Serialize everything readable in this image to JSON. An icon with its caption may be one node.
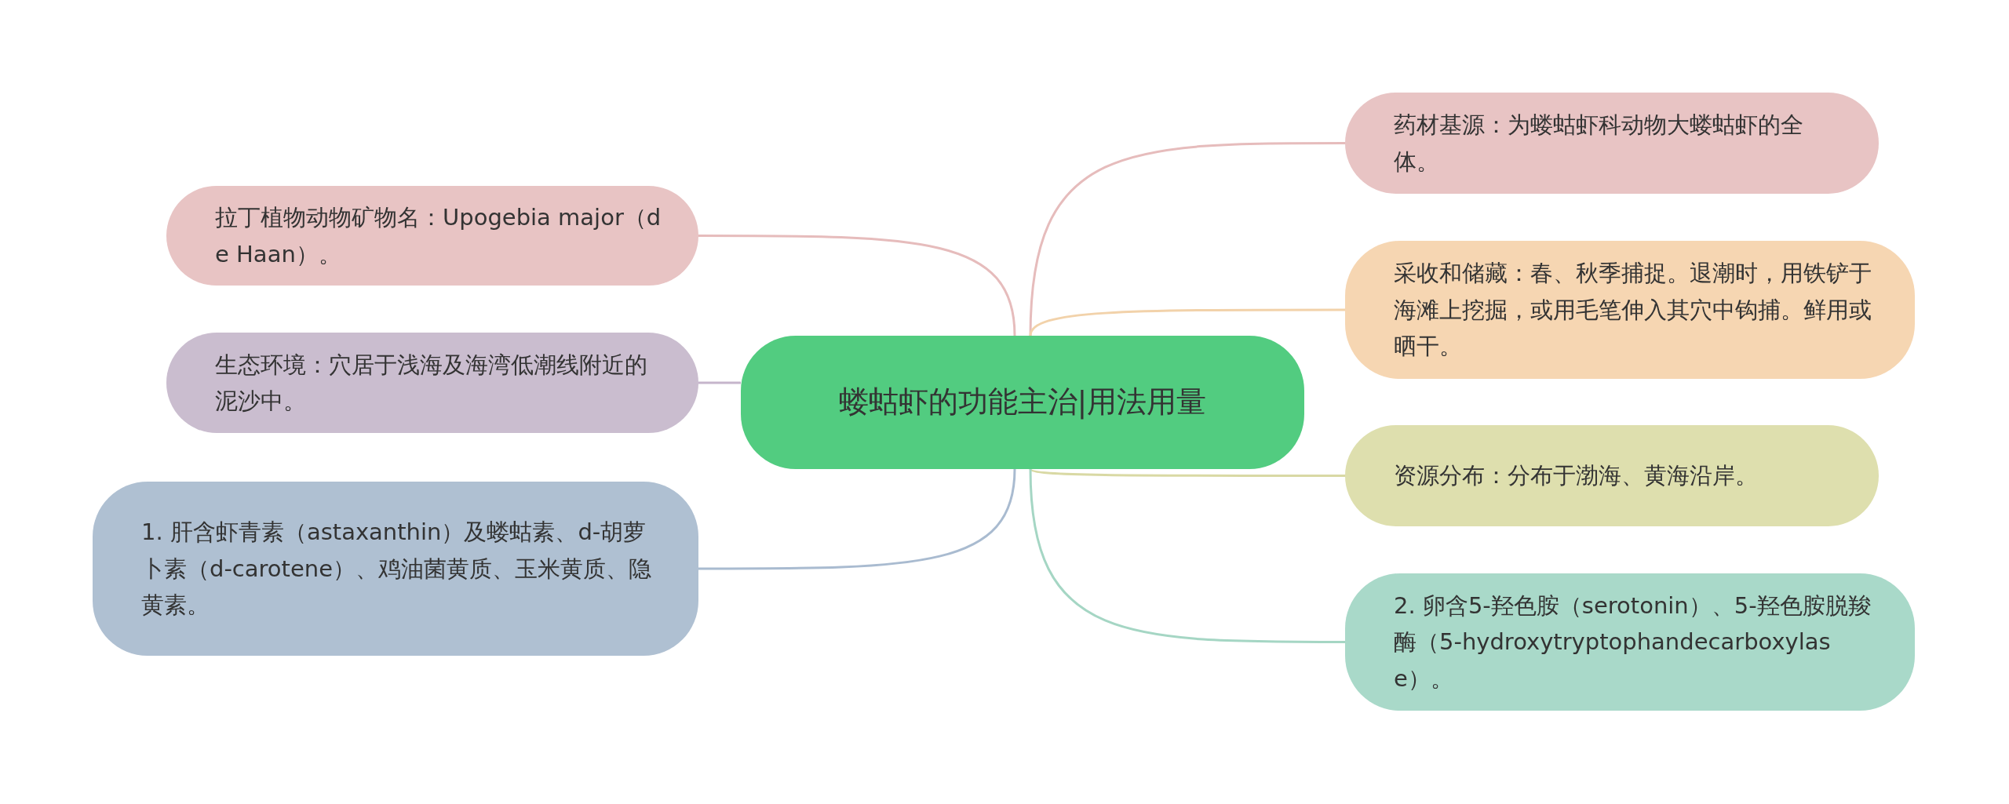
{
  "diagram": {
    "nodes": [
      {
        "text": [
          "蝼蛄虾的功能主治|用法用量"
        ]
      },
      {
        "text": [
          "拉丁植物动物矿物名：Upogebia major（de Haan）。"
        ]
      },
      {
        "text": [
          "生态环境：穴居于浅海及海湾低潮线附近的泥沙中。"
        ]
      },
      {
        "text": [
          "1. 肝含虾青素（astaxanthin）及蝼蛄素、d-胡萝卜素（d-carotene）、鸡油菌黄质、玉米黄质、隐黄素。"
        ]
      },
      {
        "text": [
          "药材基源：为蝼蛄虾科动物大蝼蛄虾的全体。"
        ]
      },
      {
        "text": [
          "采收和储藏：春、秋季捕捉。退潮时，用铁铲于海滩上挖掘，或用毛笔伸入其穴中钩捕。鲜用或晒干。"
        ]
      },
      {
        "text": [
          "资源分布：分布于渤海、黄海沿岸。"
        ]
      },
      {
        "text": [
          "2. 卵含5-羟色胺（serotonin）、5-羟色胺脱羧酶（5-hydroxytryptophandecarboxylase）。"
        ]
      }
    ],
    "edges": [
      {
        "from": 0,
        "to": 1,
        "arrow": "none",
        "color": "#e6bcbc"
      },
      {
        "from": 0,
        "to": 2,
        "arrow": "none",
        "color": "#c5b5cb"
      },
      {
        "from": 0,
        "to": 3,
        "arrow": "none",
        "color": "#a9bbd0"
      },
      {
        "from": 0,
        "to": 4,
        "arrow": "none",
        "color": "#e6bcbc"
      },
      {
        "from": 0,
        "to": 5,
        "arrow": "none",
        "color": "#f2d2aa"
      },
      {
        "from": 0,
        "to": 6,
        "arrow": "none",
        "color": "#d9d9a4"
      },
      {
        "from": 0,
        "to": 7,
        "arrow": "none",
        "color": "#a5d6c4"
      }
    ]
  }
}
